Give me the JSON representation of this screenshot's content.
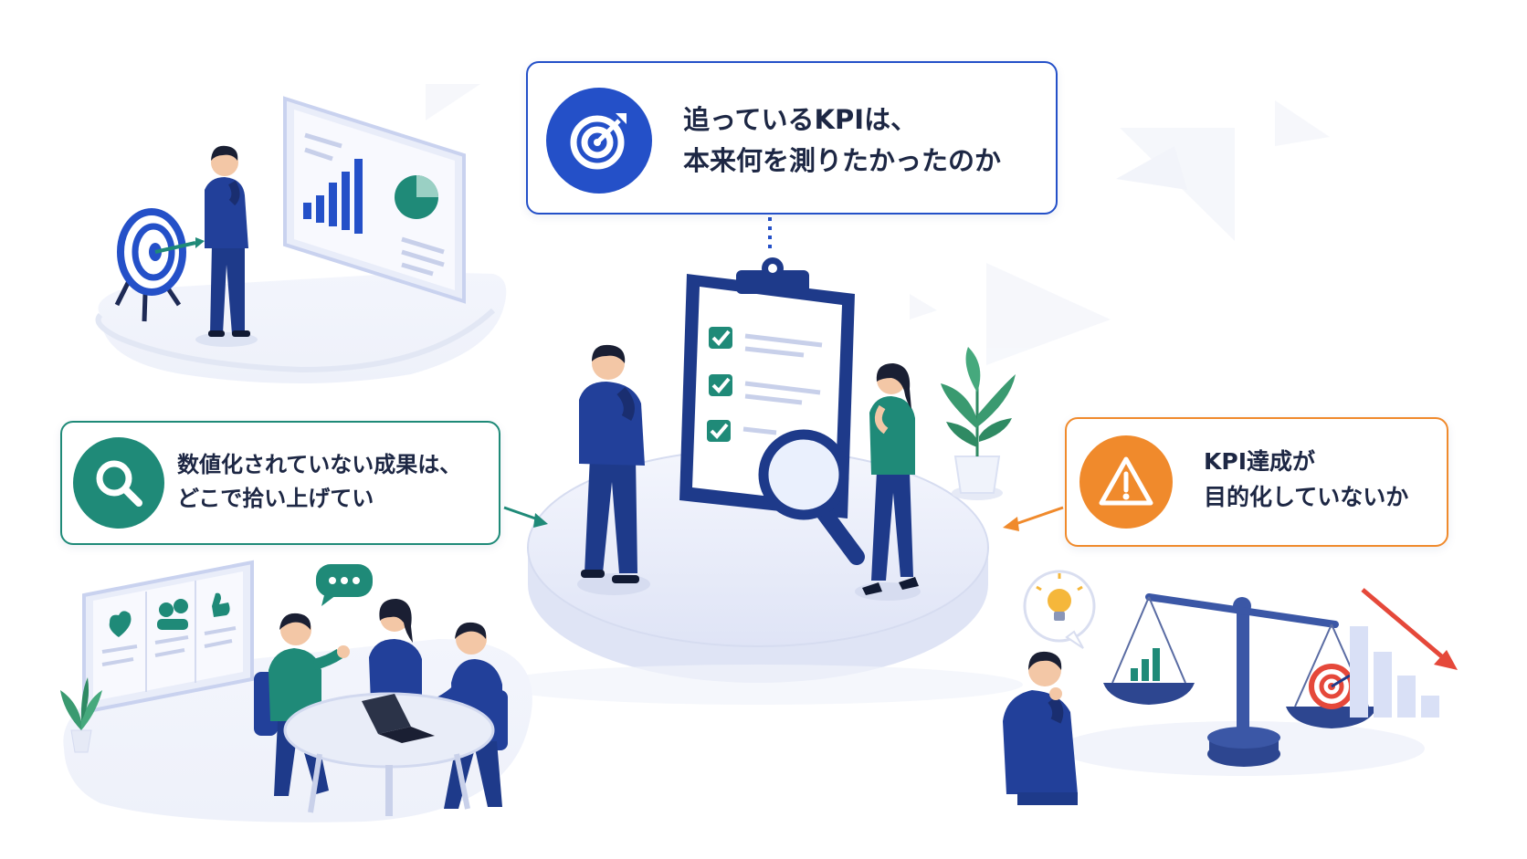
{
  "callouts": {
    "top": {
      "icon": "target-arrow-icon",
      "line1": "追っているKPIは、",
      "line2": "本来何を測りたかったのか",
      "color": "#2450c8"
    },
    "left": {
      "icon": "magnifier-icon",
      "line1": "数値化されていない成果は、",
      "line2": "どこで拾い上げてい",
      "color": "#1f8a78"
    },
    "right": {
      "icon": "warning-icon",
      "line1": "KPI達成が",
      "line2": "目的化していないか",
      "color": "#f08a2c"
    }
  },
  "colors": {
    "navy": "#1e3a8a",
    "blue": "#2450c8",
    "teal": "#1f8a78",
    "orange": "#f08a2c",
    "light_platform": "#eef1fb",
    "red_arrow": "#e5483a"
  },
  "illustrations": [
    "man-viewing-dashboard",
    "clipboard-checklist-with-magnifier",
    "team-meeting",
    "balance-scale-with-declining-bars"
  ]
}
